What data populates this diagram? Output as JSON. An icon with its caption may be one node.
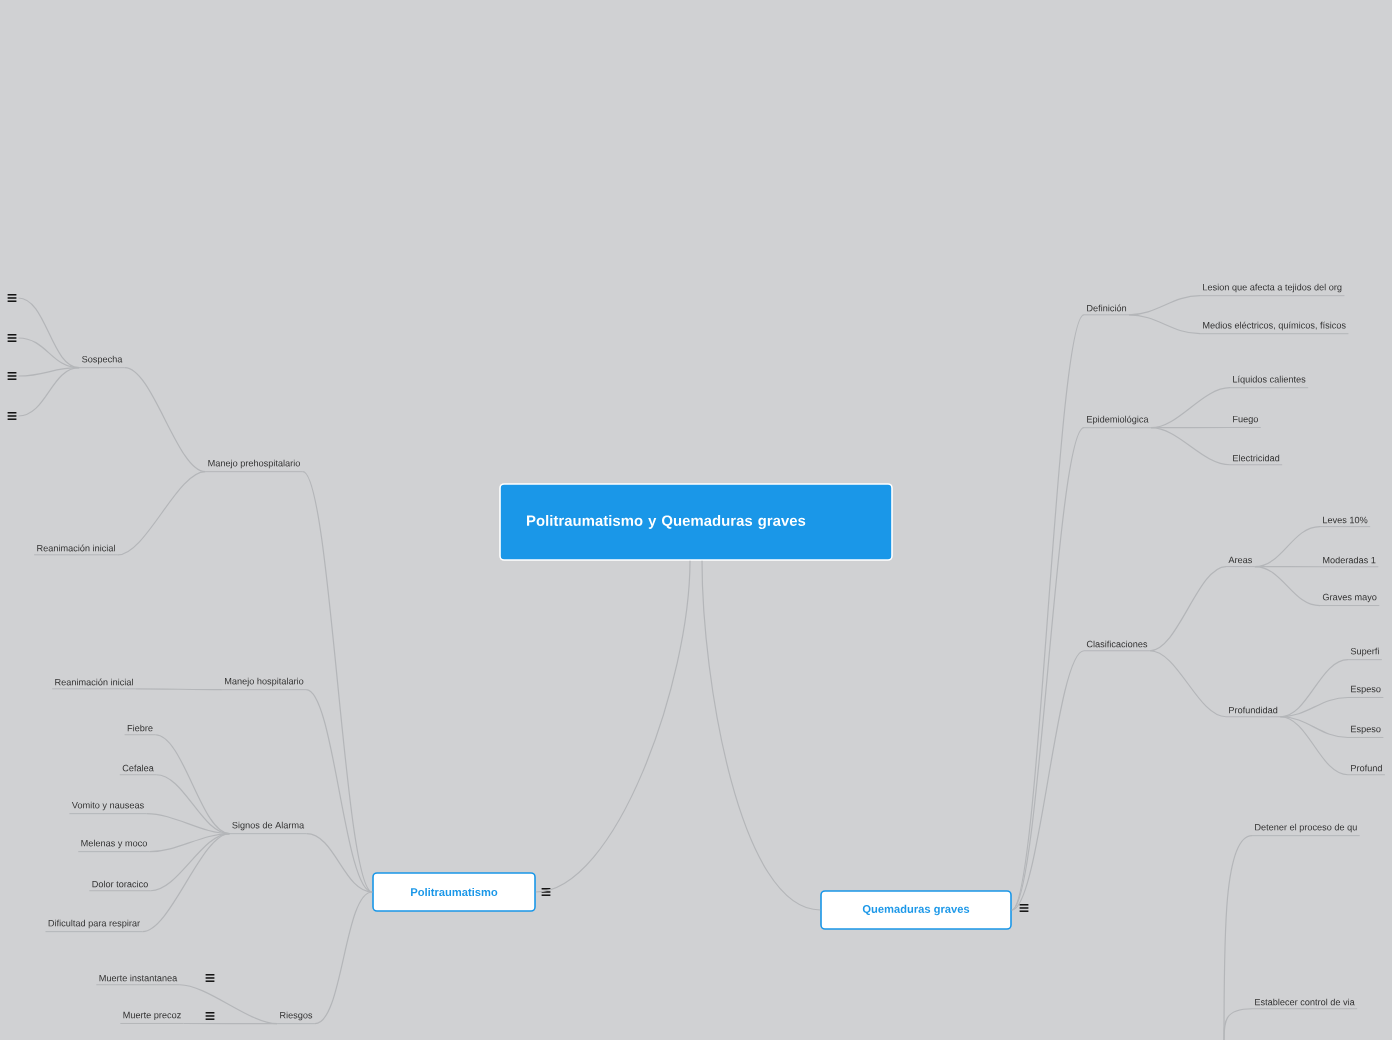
{
  "diagram": {
    "nodes": [
      {
        "text": [
          "Politraumatismo y Quemaduras graves"
        ]
      },
      {
        "text": [
          "Politraumatismo"
        ]
      },
      {
        "text": [
          "Quemaduras graves"
        ]
      },
      {
        "text": [
          "Manejo prehospitalario"
        ]
      },
      {
        "text": [
          "Sospecha"
        ]
      },
      {
        "text": [],
        "shape": "picture"
      },
      {
        "text": [],
        "shape": "picture"
      },
      {
        "text": [],
        "shape": "picture"
      },
      {
        "text": [],
        "shape": "picture"
      },
      {
        "text": [
          "Reanimación inicial"
        ]
      },
      {
        "text": [
          "Manejo hospitalario"
        ]
      },
      {
        "text": [
          "Reanimación inicial"
        ]
      },
      {
        "text": [
          "Signos de Alarma"
        ]
      },
      {
        "text": [
          "Fiebre"
        ]
      },
      {
        "text": [
          "Cefalea"
        ]
      },
      {
        "text": [
          "Vomito y nauseas"
        ]
      },
      {
        "text": [
          "Melenas y moco"
        ]
      },
      {
        "text": [
          "Dolor toracico"
        ]
      },
      {
        "text": [
          "Dificultad para respirar"
        ]
      },
      {
        "text": [
          "Riesgos"
        ]
      },
      {
        "text": [
          "Muerte instantanea"
        ]
      },
      {
        "text": [
          "Muerte precoz"
        ]
      },
      {
        "text": [
          "Definición"
        ]
      },
      {
        "text": [
          "Lesion que afecta a tejidos del org"
        ]
      },
      {
        "text": [
          "Medios eléctricos, químicos, físicos"
        ]
      },
      {
        "text": [
          "Epidemiológica"
        ]
      },
      {
        "text": [
          "Líquidos calientes"
        ]
      },
      {
        "text": [
          "Fuego"
        ]
      },
      {
        "text": [
          "Electricidad"
        ]
      },
      {
        "text": [
          "Clasificaciones"
        ]
      },
      {
        "text": [
          "Areas"
        ]
      },
      {
        "text": [
          "Leves 10%"
        ]
      },
      {
        "text": [
          "Moderadas 1"
        ]
      },
      {
        "text": [
          "Graves mayo"
        ]
      },
      {
        "text": [
          "Profundidad"
        ]
      },
      {
        "text": [
          "Superfi"
        ]
      },
      {
        "text": [
          "Espeso"
        ]
      },
      {
        "text": [
          "Espeso"
        ]
      },
      {
        "text": [
          "Profund"
        ]
      },
      {
        "text": [
          "Detener el proceso de qu"
        ]
      },
      {
        "text": [
          "Establecer control de via"
        ]
      }
    ],
    "edges": [
      {
        "from": 0,
        "to": 1,
        "arrow": "none"
      },
      {
        "from": 0,
        "to": 2,
        "arrow": "none"
      },
      {
        "from": 1,
        "to": 3,
        "arrow": "none"
      },
      {
        "from": 3,
        "to": 4,
        "arrow": "none"
      },
      {
        "from": 4,
        "to": 5,
        "arrow": "none"
      },
      {
        "from": 4,
        "to": 6,
        "arrow": "none"
      },
      {
        "from": 4,
        "to": 7,
        "arrow": "none"
      },
      {
        "from": 4,
        "to": 8,
        "arrow": "none"
      },
      {
        "from": 3,
        "to": 9,
        "arrow": "none"
      },
      {
        "from": 1,
        "to": 10,
        "arrow": "none"
      },
      {
        "from": 10,
        "to": 11,
        "arrow": "none"
      },
      {
        "from": 1,
        "to": 12,
        "arrow": "none"
      },
      {
        "from": 12,
        "to": 13,
        "arrow": "none"
      },
      {
        "from": 12,
        "to": 14,
        "arrow": "none"
      },
      {
        "from": 12,
        "to": 15,
        "arrow": "none"
      },
      {
        "from": 12,
        "to": 16,
        "arrow": "none"
      },
      {
        "from": 12,
        "to": 17,
        "arrow": "none"
      },
      {
        "from": 12,
        "to": 18,
        "arrow": "none"
      },
      {
        "from": 1,
        "to": 19,
        "arrow": "none"
      },
      {
        "from": 19,
        "to": 20,
        "arrow": "none"
      },
      {
        "from": 19,
        "to": 21,
        "arrow": "none"
      },
      {
        "from": 2,
        "to": 22,
        "arrow": "none"
      },
      {
        "from": 22,
        "to": 23,
        "arrow": "none"
      },
      {
        "from": 22,
        "to": 24,
        "arrow": "none"
      },
      {
        "from": 2,
        "to": 25,
        "arrow": "none"
      },
      {
        "from": 25,
        "to": 26,
        "arrow": "none"
      },
      {
        "from": 25,
        "to": 27,
        "arrow": "none"
      },
      {
        "from": 25,
        "to": 28,
        "arrow": "none"
      },
      {
        "from": 2,
        "to": 29,
        "arrow": "none"
      },
      {
        "from": 29,
        "to": 30,
        "arrow": "none"
      },
      {
        "from": 30,
        "to": 31,
        "arrow": "none"
      },
      {
        "from": 30,
        "to": 32,
        "arrow": "none"
      },
      {
        "from": 30,
        "to": 33,
        "arrow": "none"
      },
      {
        "from": 29,
        "to": 34,
        "arrow": "none"
      },
      {
        "from": 34,
        "to": 35,
        "arrow": "none"
      },
      {
        "from": 34,
        "to": 36,
        "arrow": "none"
      },
      {
        "from": 34,
        "to": 37,
        "arrow": "none"
      },
      {
        "from": 34,
        "to": 38,
        "arrow": "none"
      },
      {
        "from": null,
        "to": 39,
        "arrow": "none"
      },
      {
        "from": null,
        "to": 40,
        "arrow": "none"
      }
    ]
  }
}
